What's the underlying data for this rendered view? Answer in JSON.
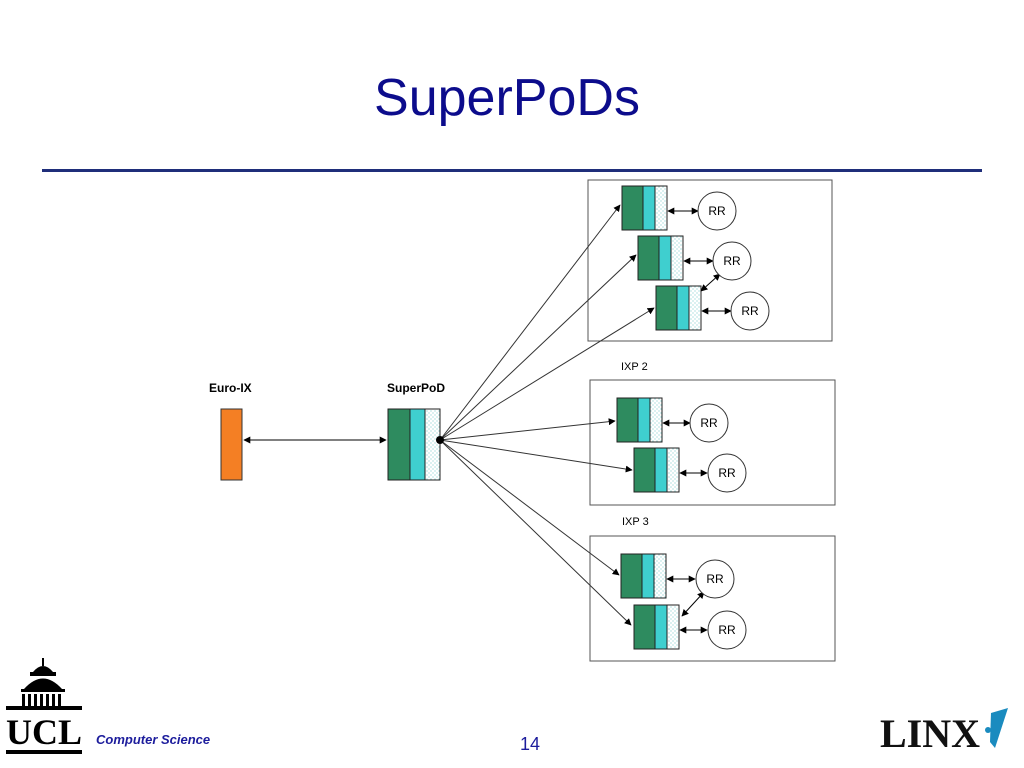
{
  "slide": {
    "title": "SuperPoDs",
    "page_number": "14",
    "footer": "Computer Science"
  },
  "logos": {
    "left": "UCL",
    "right": "LINX"
  },
  "diagram": {
    "euroix_label": "Euro-IX",
    "superpod_label": "SuperPoD",
    "ixp2_label": "IXP 2",
    "ixp3_label": "IXP 3",
    "rr_label": "RR",
    "colors": {
      "router_green": "#2e8b5f",
      "router_cyan": "#3fcfcf",
      "euroix_orange": "#f47f24",
      "title_blue": "#0c0c8c"
    }
  }
}
